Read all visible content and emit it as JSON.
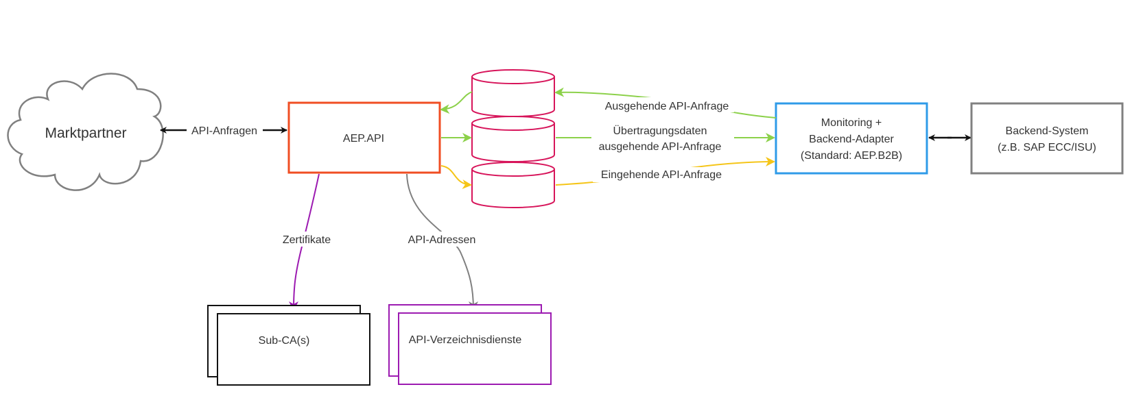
{
  "diagram": {
    "nodes": {
      "marktpartner": {
        "label": "Marktpartner"
      },
      "aep_api": {
        "label": "AEP.API"
      },
      "monitoring": {
        "lines": [
          "Monitoring +",
          "Backend-Adapter",
          "(Standard: AEP.B2B)"
        ]
      },
      "backend": {
        "lines": [
          "Backend-System",
          "(z.B. SAP ECC/ISU)"
        ]
      },
      "sub_ca": {
        "label": "Sub-CA(s)"
      },
      "api_dir": {
        "label": "API-Verzeichnisdienste"
      }
    },
    "edges": {
      "api_anfragen": {
        "label": "API-Anfragen"
      },
      "ausgehende": {
        "label": "Ausgehende API-Anfrage"
      },
      "uebertragung": {
        "lines": [
          "Übertragungsdaten",
          "ausgehende API-Anfrage"
        ]
      },
      "eingehende": {
        "label": "Eingehende API-Anfrage"
      },
      "zertifikate": {
        "label": "Zertifikate"
      },
      "api_adressen": {
        "label": "API-Adressen"
      }
    },
    "colors": {
      "aep_api_border": "#f04e23",
      "monitoring_border": "#2f9be8",
      "backend_border": "#808080",
      "database": "#d7145a",
      "green": "#8cd14a",
      "yellow": "#f5c518",
      "purple": "#9c1ab1",
      "gray": "#808080",
      "black": "#111111"
    }
  }
}
